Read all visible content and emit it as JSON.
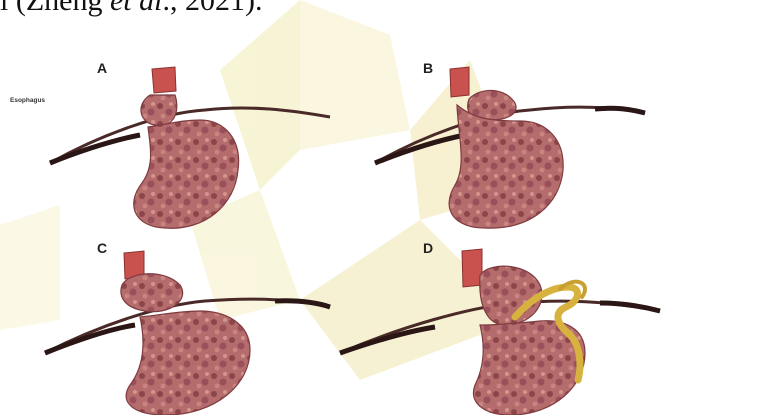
{
  "caption": {
    "prefix": "l (Zheng ",
    "italic": "et al",
    "suffix": "., 2021)."
  },
  "panels": [
    {
      "label": "A",
      "type": "sliding-hiatal-hernia"
    },
    {
      "label": "B",
      "type": "paraesophageal-hernia"
    },
    {
      "label": "C",
      "type": "mixed-hiatal-hernia"
    },
    {
      "label": "D",
      "type": "hernia-with-herniated-organ"
    }
  ],
  "esophagus_label": "Esophagus",
  "colors": {
    "stomach": "#b4686a",
    "stomach_dark": "#7e3b3f",
    "esophagus": "#c9524f",
    "diaphragm": "#4a2a28",
    "organ": "#d8b23e",
    "watermark": "#efe6a8"
  }
}
